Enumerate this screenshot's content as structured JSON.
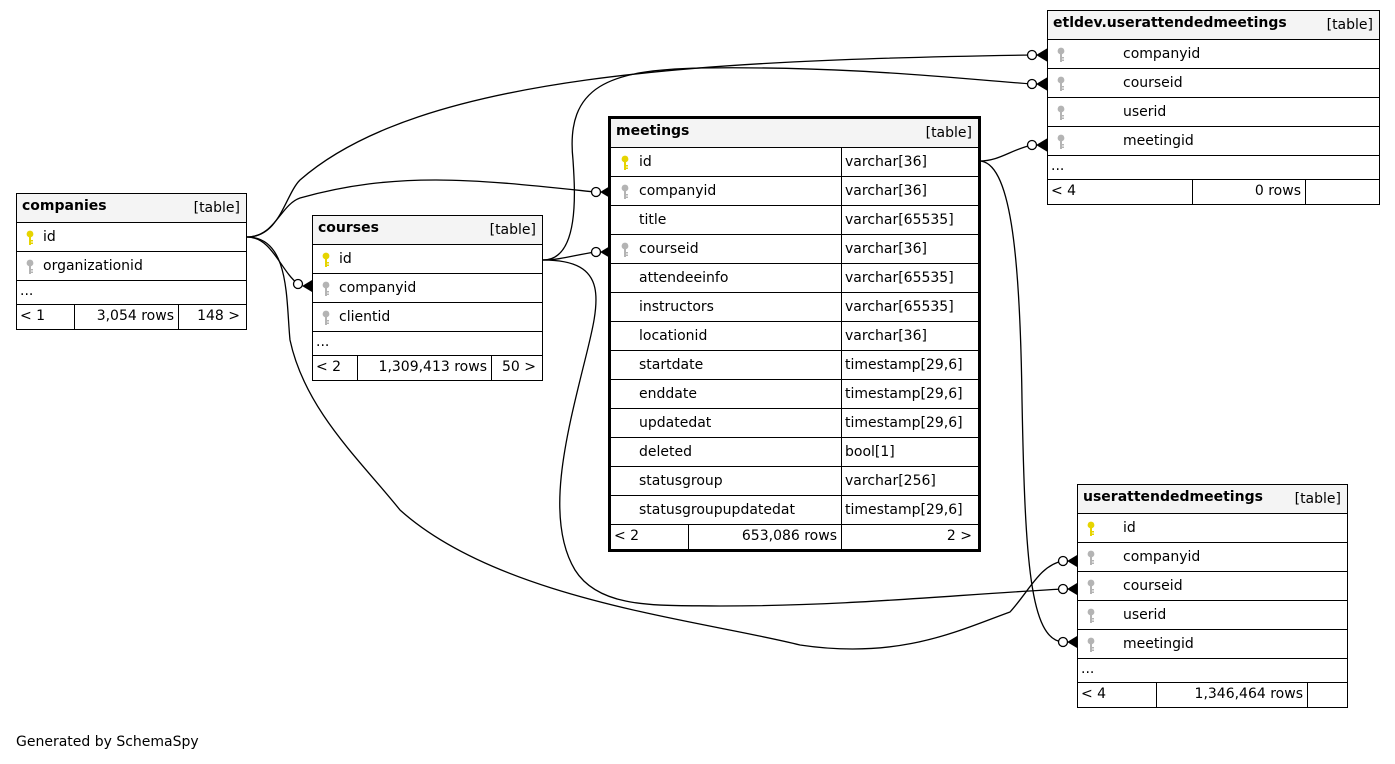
{
  "footer": {
    "generated": "Generated by SchemaSpy"
  },
  "colors": {
    "primary_key": "#e6d400",
    "foreign_key": "#b4b4b4",
    "header_bg": "#f4f4f4"
  },
  "tables": {
    "companies": {
      "name": "companies",
      "kind": "[table]",
      "columns": [
        {
          "name": "id",
          "key": "primary-key-icon"
        },
        {
          "name": "organizationid",
          "key": "foreign-key-icon"
        }
      ],
      "more": "...",
      "footer": {
        "parents": "< 1",
        "rows": "3,054 rows",
        "children": "148 >"
      }
    },
    "courses": {
      "name": "courses",
      "kind": "[table]",
      "columns": [
        {
          "name": "id",
          "key": "primary-key-icon"
        },
        {
          "name": "companyid",
          "key": "foreign-key-icon"
        },
        {
          "name": "clientid",
          "key": "foreign-key-icon"
        }
      ],
      "more": "...",
      "footer": {
        "parents": "< 2",
        "rows": "1,309,413 rows",
        "children": "50 >"
      }
    },
    "meetings": {
      "name": "meetings",
      "kind": "[table]",
      "columns": [
        {
          "name": "id",
          "type": "varchar[36]",
          "key": "primary-key-icon"
        },
        {
          "name": "companyid",
          "type": "varchar[36]",
          "key": "foreign-key-icon"
        },
        {
          "name": "title",
          "type": "varchar[65535]"
        },
        {
          "name": "courseid",
          "type": "varchar[36]",
          "key": "foreign-key-icon"
        },
        {
          "name": "attendeeinfo",
          "type": "varchar[65535]"
        },
        {
          "name": "instructors",
          "type": "varchar[65535]"
        },
        {
          "name": "locationid",
          "type": "varchar[36]"
        },
        {
          "name": "startdate",
          "type": "timestamp[29,6]"
        },
        {
          "name": "enddate",
          "type": "timestamp[29,6]"
        },
        {
          "name": "updatedat",
          "type": "timestamp[29,6]"
        },
        {
          "name": "deleted",
          "type": "bool[1]"
        },
        {
          "name": "statusgroup",
          "type": "varchar[256]"
        },
        {
          "name": "statusgroupupdatedat",
          "type": "timestamp[29,6]"
        }
      ],
      "footer": {
        "parents": "< 2",
        "rows": "653,086 rows",
        "children": "2 >"
      }
    },
    "etldev_useratt": {
      "name": "etldev.userattendedmeetings",
      "kind": "[table]",
      "columns": [
        {
          "name": "companyid",
          "key": "foreign-key-icon"
        },
        {
          "name": "courseid",
          "key": "foreign-key-icon"
        },
        {
          "name": "userid",
          "key": "foreign-key-icon"
        },
        {
          "name": "meetingid",
          "key": "foreign-key-icon"
        }
      ],
      "more": "...",
      "footer": {
        "parents": "< 4",
        "rows": "0 rows",
        "children": ""
      }
    },
    "useratt": {
      "name": "userattendedmeetings",
      "kind": "[table]",
      "columns": [
        {
          "name": "id",
          "key": "primary-key-icon"
        },
        {
          "name": "companyid",
          "key": "foreign-key-icon"
        },
        {
          "name": "courseid",
          "key": "foreign-key-icon"
        },
        {
          "name": "userid",
          "key": "foreign-key-icon"
        },
        {
          "name": "meetingid",
          "key": "foreign-key-icon"
        }
      ],
      "more": "...",
      "footer": {
        "parents": "< 4",
        "rows": "1,346,464 rows",
        "children": ""
      }
    }
  }
}
